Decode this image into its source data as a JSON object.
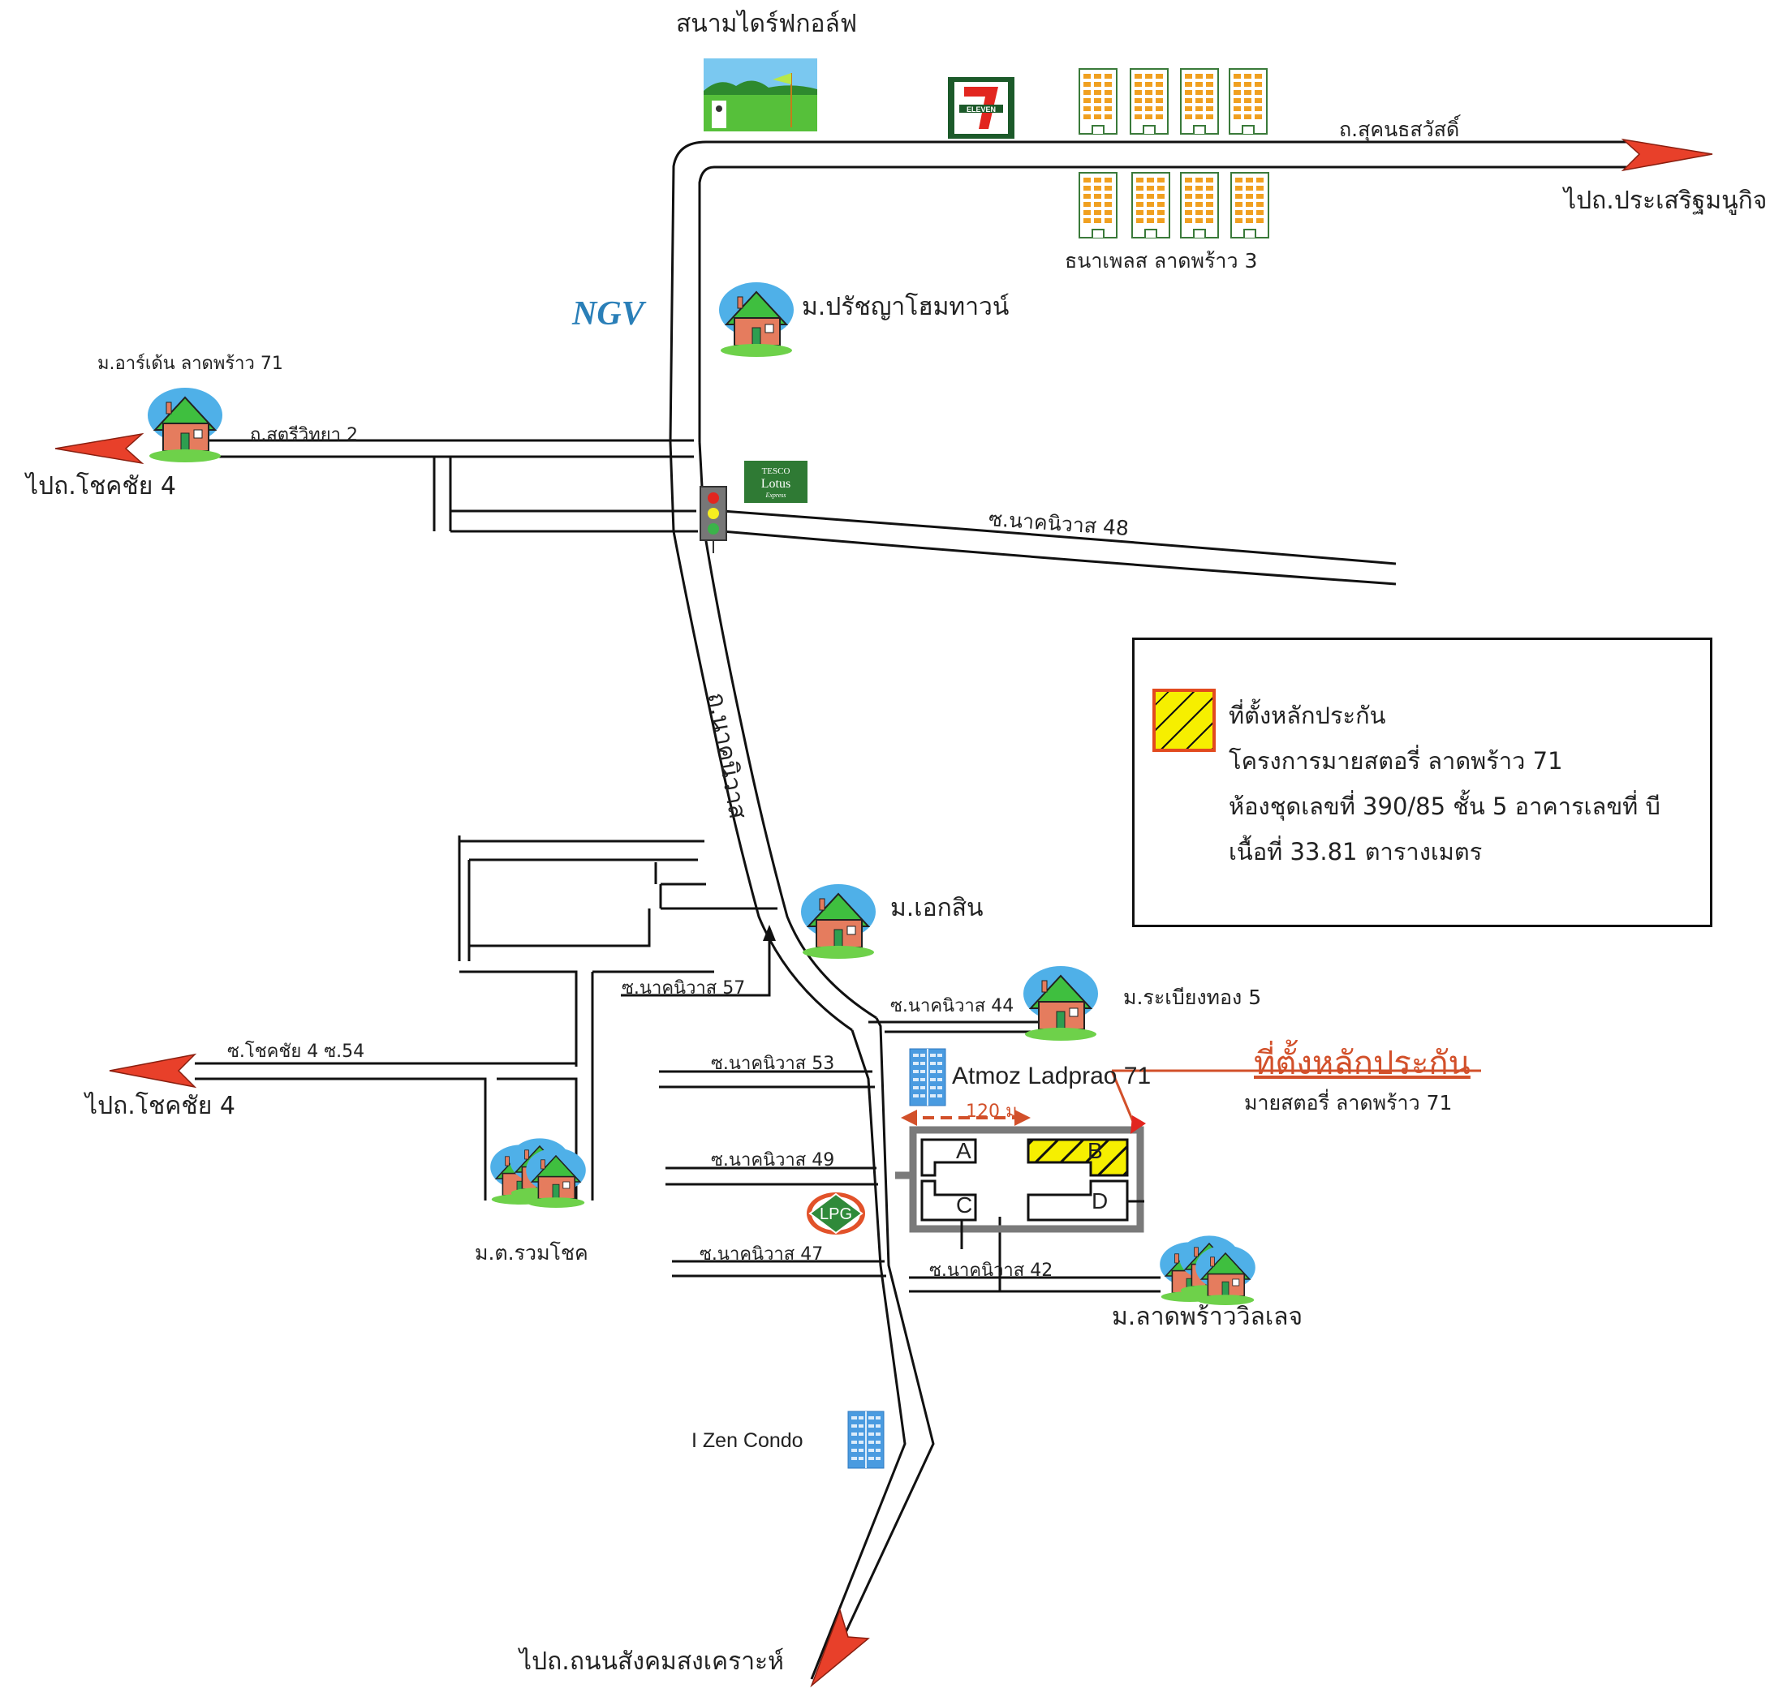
{
  "map": {
    "title_area": "แผนที่ตั้งหลักประกัน",
    "colors": {
      "road": "#111111",
      "arrow": "#e8402a",
      "callout": "#d2502a",
      "highlight": "#f6ef00",
      "compound": "#7a7a7a"
    },
    "roads": {
      "main_north": "ถ.สุคนธสวัสดิ์",
      "main_vertical": "ถ.นาคนิวาส",
      "satri_witthaya": "ถ.สตรีวิทยา 2",
      "soi_48": "ซ.นาคนิวาส 48",
      "soi_57": "ซ.นาคนิวาส 57",
      "soi_44": "ซ.นาคนิวาส 44",
      "soi_53": "ซ.นาคนิวาส 53",
      "soi_49": "ซ.นาคนิวาส 49",
      "soi_47": "ซ.นาคนิวาส 47",
      "soi_42": "ซ.นาคนิวาส 42",
      "chokchai_54": "ซ.โชคชัย 4 ซ.54"
    },
    "directions": {
      "to_prasert": "ไปถ.ประเสริฐมนูกิจ",
      "to_chokchai_top": "ไปถ.โชคชัย 4",
      "to_chokchai_bottom": "ไปถ.โชคชัย 4",
      "to_sangkhom": "ไปถ.ถนนสังคมสงเคราะห์"
    },
    "landmarks": {
      "golf": "สนามไดร์ฟกอล์ฟ",
      "seven_eleven": "7-ELEVEN",
      "thana_place": "ธนาเพลส ลาดพร้าว 3",
      "ngv": "NGV",
      "prachya": "ม.ปรัชญาโฮมทาวน์",
      "arden": "ม.อาร์เด้น ลาดพร้าว 71",
      "tesco": [
        "TESCO",
        "Lotus",
        "Express"
      ],
      "eksin": "ม.เอกสิน",
      "rabiang_thong": "ม.ระเบียงทอง 5",
      "atmoz": "Atmoz Ladprao 71",
      "lpg": "LPG",
      "ruamchok": "ม.ต.รวมโชค",
      "ladprao_village": "ม.ลาดพร้าววิลเลจ",
      "izen": "I Zen Condo"
    },
    "callout": {
      "title": "ที่ตั้งหลักประกัน",
      "subtitle": "มายสตอรี่ ลาดพร้าว 71",
      "distance": "120 ม."
    },
    "buildings": [
      "A",
      "B",
      "C",
      "D"
    ],
    "highlighted_building": "B",
    "legend": {
      "line1": "ที่ตั้งหลักประกัน",
      "line2": "โครงการมายสตอรี่ ลาดพร้าว 71",
      "line3": "ห้องชุดเลขที่ 390/85 ชั้น 5 อาคารเลขที่ บี",
      "line4": "เนื้อที่ 33.81 ตารางเมตร"
    }
  }
}
